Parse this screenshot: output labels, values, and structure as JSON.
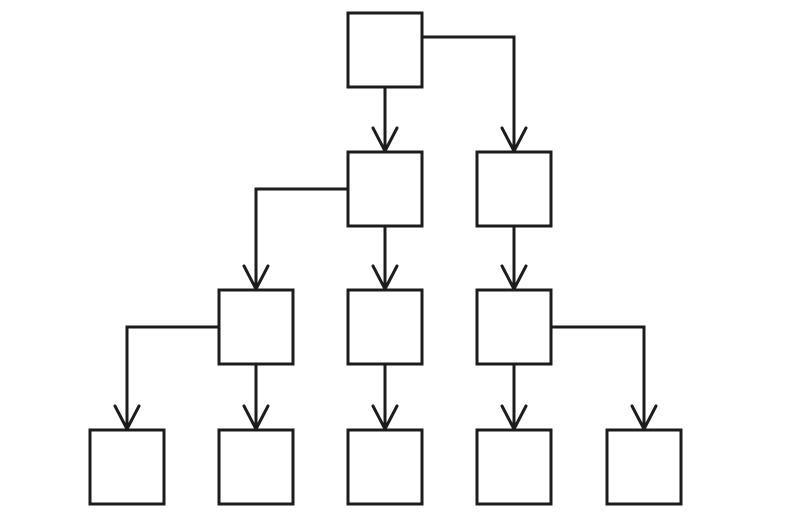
{
  "diagram": {
    "type": "tree",
    "colors": {
      "stroke": "#1c1c1c",
      "fill": "#ffffff",
      "background": "#ffffff"
    },
    "nodes": [
      {
        "id": "n0",
        "level": 0,
        "label": ""
      },
      {
        "id": "n1",
        "level": 1,
        "label": ""
      },
      {
        "id": "n2",
        "level": 1,
        "label": ""
      },
      {
        "id": "n3",
        "level": 2,
        "label": ""
      },
      {
        "id": "n4",
        "level": 2,
        "label": ""
      },
      {
        "id": "n5",
        "level": 2,
        "label": ""
      },
      {
        "id": "n6",
        "level": 3,
        "label": ""
      },
      {
        "id": "n7",
        "level": 3,
        "label": ""
      },
      {
        "id": "n8",
        "level": 3,
        "label": ""
      },
      {
        "id": "n9",
        "level": 3,
        "label": ""
      },
      {
        "id": "n10",
        "level": 3,
        "label": ""
      }
    ],
    "edges": [
      {
        "from": "n0",
        "to": "n1"
      },
      {
        "from": "n0",
        "to": "n2"
      },
      {
        "from": "n1",
        "to": "n3"
      },
      {
        "from": "n1",
        "to": "n4"
      },
      {
        "from": "n2",
        "to": "n5"
      },
      {
        "from": "n3",
        "to": "n6"
      },
      {
        "from": "n3",
        "to": "n7"
      },
      {
        "from": "n4",
        "to": "n8"
      },
      {
        "from": "n5",
        "to": "n9"
      },
      {
        "from": "n5",
        "to": "n10"
      }
    ]
  }
}
